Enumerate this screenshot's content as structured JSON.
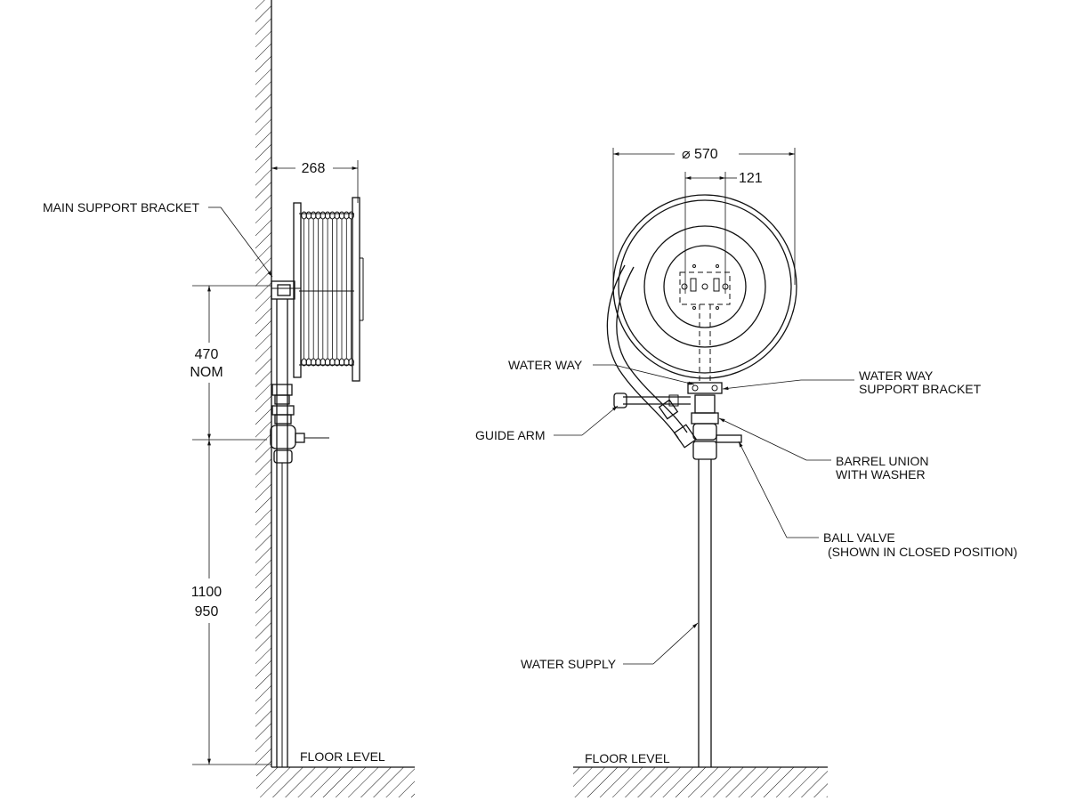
{
  "side_view": {
    "width_dim": "268",
    "height_upper_a": "470",
    "height_upper_b": "NOM",
    "height_lower_a": "1100",
    "height_lower_b": "950",
    "main_support_bracket": "MAIN SUPPORT BRACKET",
    "floor_level": "FLOOR LEVEL"
  },
  "front_view": {
    "diameter_symbol": "⌀",
    "diameter_value": "570",
    "center_dim": "121",
    "water_way": "WATER WAY",
    "water_way_support_bracket_1": "WATER WAY",
    "water_way_support_bracket_2": "SUPPORT BRACKET",
    "guide_arm": "GUIDE ARM",
    "barrel_union_1": "BARREL UNION",
    "barrel_union_2": "WITH WASHER",
    "ball_valve_1": "BALL VALVE",
    "ball_valve_2": "(SHOWN IN CLOSED POSITION)",
    "water_supply": "WATER SUPPLY",
    "floor_level": "FLOOR LEVEL"
  }
}
